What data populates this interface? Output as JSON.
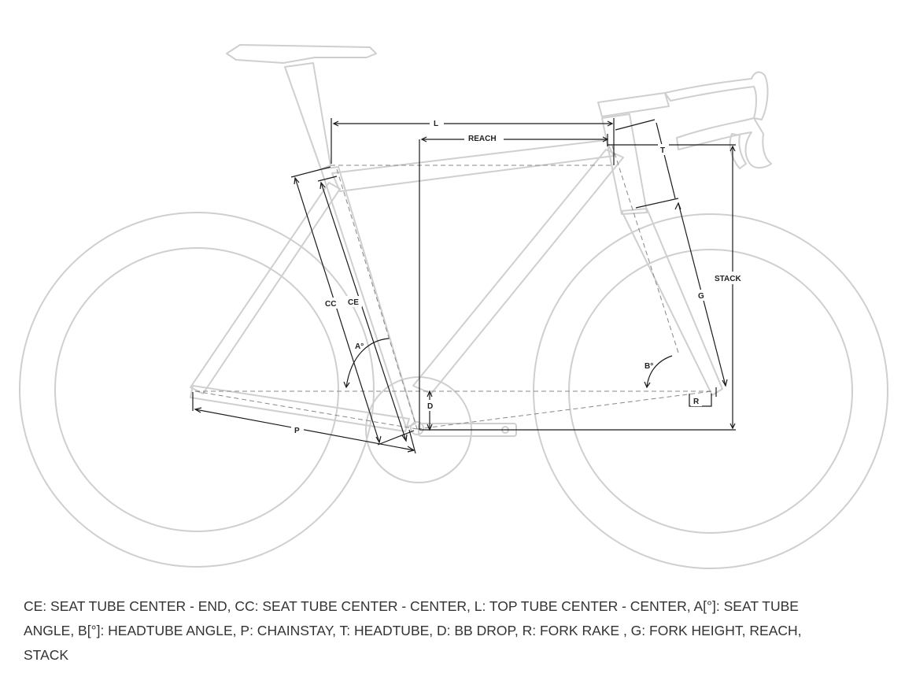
{
  "labels": {
    "l": "L",
    "reach": "REACH",
    "t": "T",
    "stack": "STACK",
    "g": "G",
    "cc": "CC",
    "ce": "CE",
    "a": "A°",
    "b": "B°",
    "d": "D",
    "p": "P",
    "r": "R"
  },
  "legend": "CE: SEAT TUBE CENTER - END, CC: SEAT TUBE CENTER - CENTER, L: TOP TUBE CENTER - CENTER, A[°]: SEAT TUBE ANGLE, B[°]: HEADTUBE ANGLE, P: CHAINSTAY, T: HEADTUBE, D: BB DROP, R: FORK RAKE , G: FORK HEIGHT, REACH, STACK",
  "colors": {
    "bike_outline": "#cfcfcf",
    "dimension_lines": "#1a1a1a",
    "text": "#333333"
  }
}
